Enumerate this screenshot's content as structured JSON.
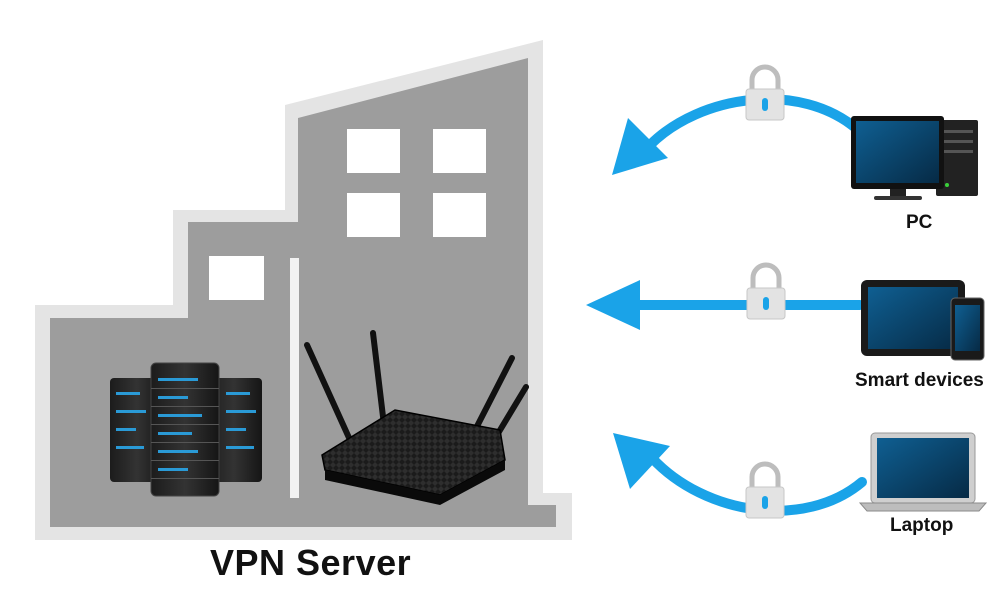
{
  "labels": {
    "server": "VPN Server",
    "pc": "PC",
    "smart_devices": "Smart devices",
    "laptop": "Laptop"
  },
  "colors": {
    "arrow": "#1aa3e8",
    "building": "#9d9d9d",
    "building_outline": "#e4e4e4",
    "device_screen": "#0f4f7a"
  },
  "icons": [
    "server-rack-icon",
    "router-icon",
    "lock-icon",
    "desktop-pc-icon",
    "tablet-icon",
    "phone-icon",
    "laptop-icon",
    "arrow-icon"
  ]
}
